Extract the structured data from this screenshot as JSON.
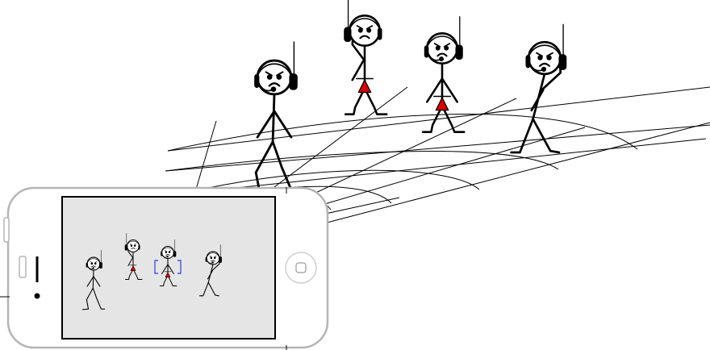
{
  "scene": {
    "figures": [
      {
        "id": "figure-1",
        "headset": true,
        "expression": "angry",
        "pose": "walking",
        "red_marker": false,
        "hand_raised": false
      },
      {
        "id": "figure-2",
        "headset": true,
        "expression": "angry",
        "pose": "standing",
        "red_marker": true,
        "hand_raised": true
      },
      {
        "id": "figure-3",
        "headset": true,
        "expression": "angry",
        "pose": "standing",
        "red_marker": true,
        "hand_raised": false
      },
      {
        "id": "figure-4",
        "headset": true,
        "expression": "angry",
        "pose": "leaning",
        "red_marker": false,
        "hand_raised": true
      }
    ],
    "phone": {
      "device": "smartphone-landscape",
      "screen_figures": 4,
      "selected_figure": "figure-3",
      "home-button-icon": "square-in-circle"
    },
    "colors": {
      "marker": "#e00000",
      "selection": "#2a3fd6",
      "screen_bg": "#e5e5e5",
      "phone_outline": "#b5b5b5",
      "ink": "#000000"
    }
  }
}
